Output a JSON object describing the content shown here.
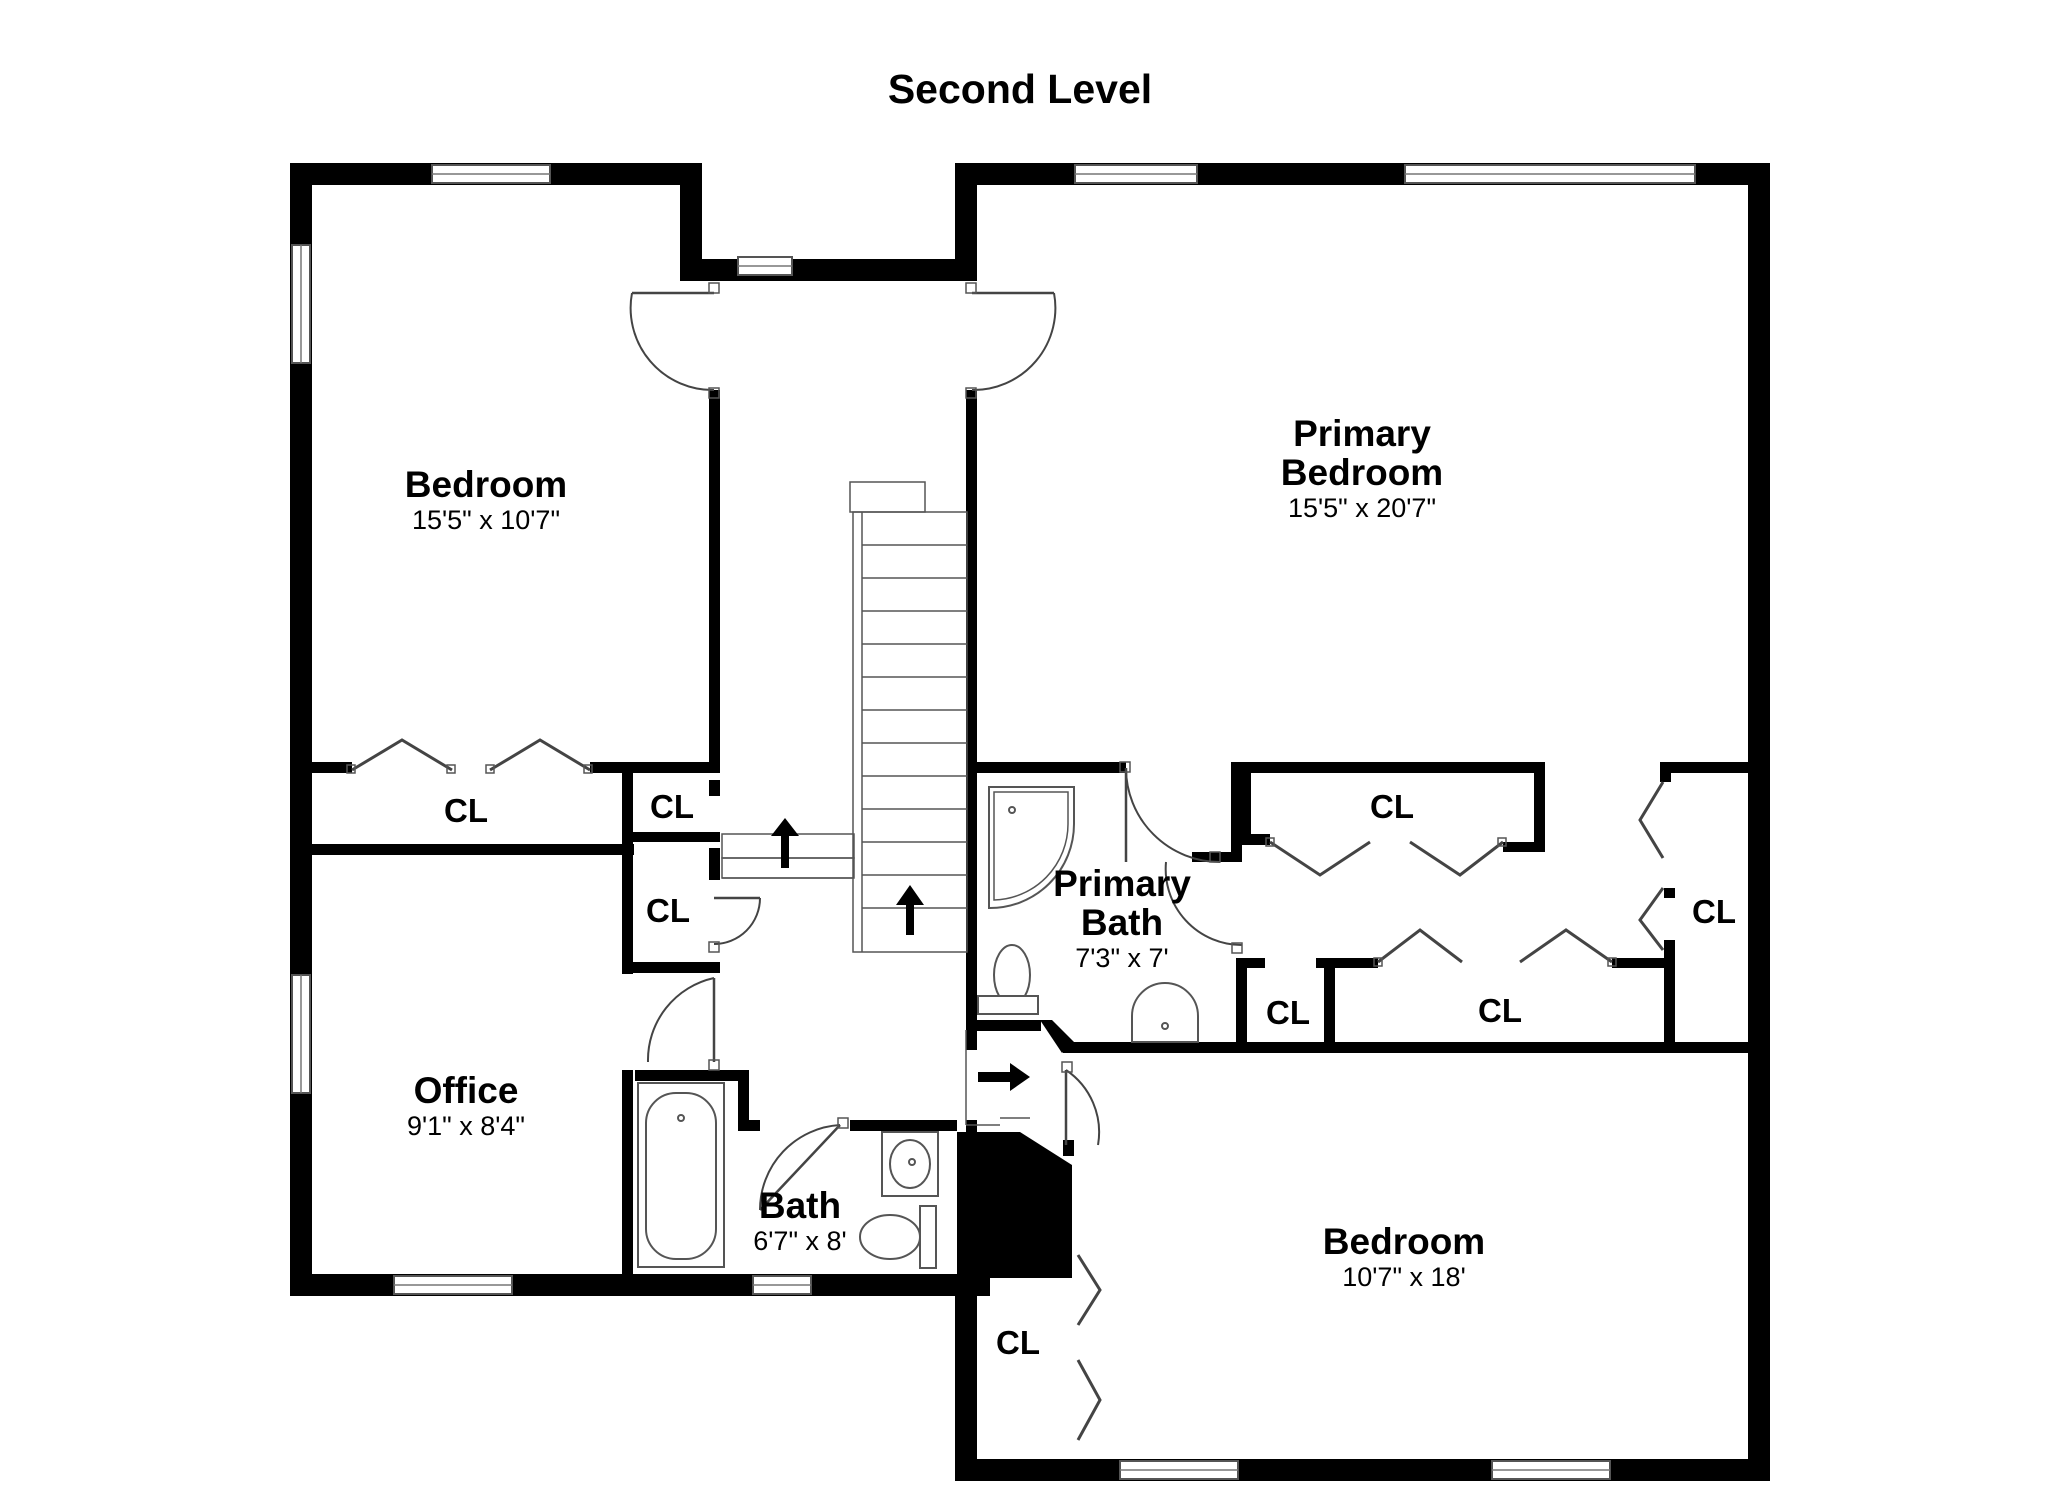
{
  "title": "Second Level",
  "rooms": {
    "bedroom_nw": {
      "name": "Bedroom",
      "dims": "15'5\" x 10'7\""
    },
    "primary_bedroom": {
      "name_line1": "Primary",
      "name_line2": "Bedroom",
      "dims": "15'5\" x 20'7\""
    },
    "primary_bath": {
      "name_line1": "Primary",
      "name_line2": "Bath",
      "dims": "7'3\" x 7'"
    },
    "office": {
      "name": "Office",
      "dims": "9'1\" x 8'4\""
    },
    "bath": {
      "name": "Bath",
      "dims": "6'7\" x 8'"
    },
    "bedroom_se": {
      "name": "Bedroom",
      "dims": "10'7\" x 18'"
    }
  },
  "closets": {
    "nw_bedroom_closet": "CL",
    "hall_closet_upper": "CL",
    "hall_closet_lower": "CL",
    "primary_closet_top": "CL",
    "primary_closet_right": "CL",
    "primary_closet_small": "CL",
    "primary_closet_bottom": "CL",
    "se_bedroom_closet": "CL"
  },
  "colors": {
    "wall": "#000000",
    "background": "#ffffff",
    "fixture_line": "#555555"
  },
  "icons": {
    "stair_arrow_main": "arrow-up-icon",
    "stair_arrow_landing": "arrow-up-icon",
    "entry_arrow": "arrow-right-icon"
  }
}
